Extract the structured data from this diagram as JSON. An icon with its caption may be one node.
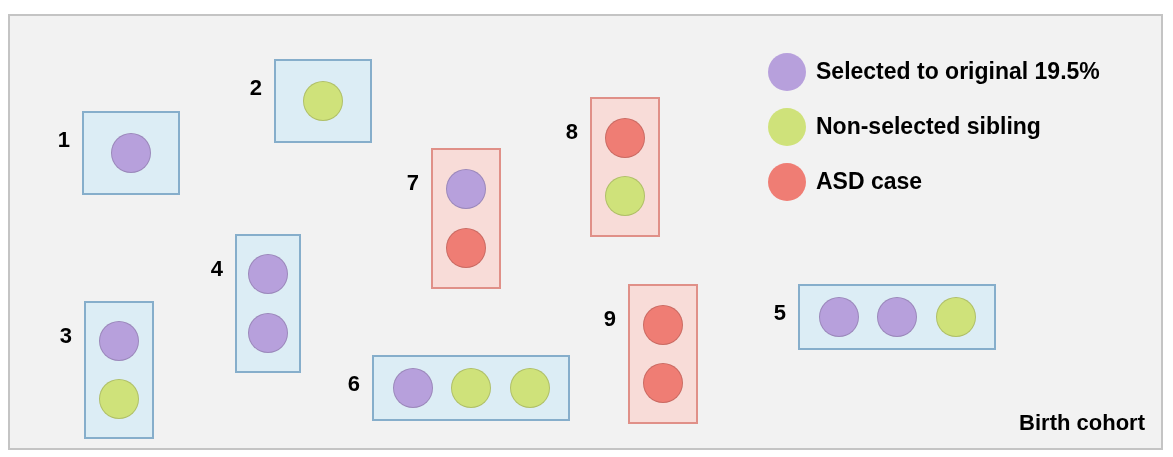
{
  "diagram": {
    "nodes": [
      {
        "text": [
          "Birth cohort"
        ]
      },
      {
        "text": [],
        "shape": "box",
        "in": 0,
        "beside": [
          "1"
        ]
      },
      {
        "text": [],
        "shape": "box",
        "in": 0,
        "beside": [
          "2"
        ]
      },
      {
        "text": [],
        "shape": "box",
        "in": 0,
        "beside": [
          "3"
        ]
      },
      {
        "text": [],
        "shape": "box",
        "in": 0,
        "beside": [
          "4"
        ]
      },
      {
        "text": [],
        "shape": "box",
        "in": 0,
        "beside": [
          "5"
        ]
      },
      {
        "text": [],
        "shape": "box",
        "in": 0,
        "beside": [
          "6"
        ]
      },
      {
        "text": [],
        "shape": "box",
        "in": 0,
        "beside": [
          "7"
        ]
      },
      {
        "text": [],
        "shape": "box",
        "in": 0,
        "beside": [
          "8"
        ]
      },
      {
        "text": [],
        "shape": "box",
        "in": 0,
        "beside": [
          "9"
        ]
      },
      {
        "text": [],
        "shape": "circle",
        "in": 1
      },
      {
        "text": [],
        "shape": "circle",
        "in": 2
      },
      {
        "text": [],
        "shape": "circle",
        "in": 3
      },
      {
        "text": [],
        "shape": "circle",
        "in": 3
      },
      {
        "text": [],
        "shape": "circle",
        "in": 4
      },
      {
        "text": [],
        "shape": "circle",
        "in": 4
      },
      {
        "text": [],
        "shape": "circle",
        "in": 5
      },
      {
        "text": [],
        "shape": "circle",
        "in": 5
      },
      {
        "text": [],
        "shape": "circle",
        "in": 5
      },
      {
        "text": [],
        "shape": "circle",
        "in": 6
      },
      {
        "text": [],
        "shape": "circle",
        "in": 6
      },
      {
        "text": [],
        "shape": "circle",
        "in": 6
      },
      {
        "text": [],
        "shape": "circle",
        "in": 7
      },
      {
        "text": [],
        "shape": "circle",
        "in": 7
      },
      {
        "text": [],
        "shape": "circle",
        "in": 8
      },
      {
        "text": [],
        "shape": "circle",
        "in": 8
      },
      {
        "text": [],
        "shape": "circle",
        "in": 9
      },
      {
        "text": [],
        "shape": "circle",
        "in": 9
      }
    ],
    "legend": [
      {
        "text": "Selected to original 19.5%",
        "color": "#b7a0dc"
      },
      {
        "text": "Non-selected sibling",
        "color": "#cfe27a"
      },
      {
        "text": "ASD case",
        "color": "#ef7d74"
      }
    ]
  }
}
